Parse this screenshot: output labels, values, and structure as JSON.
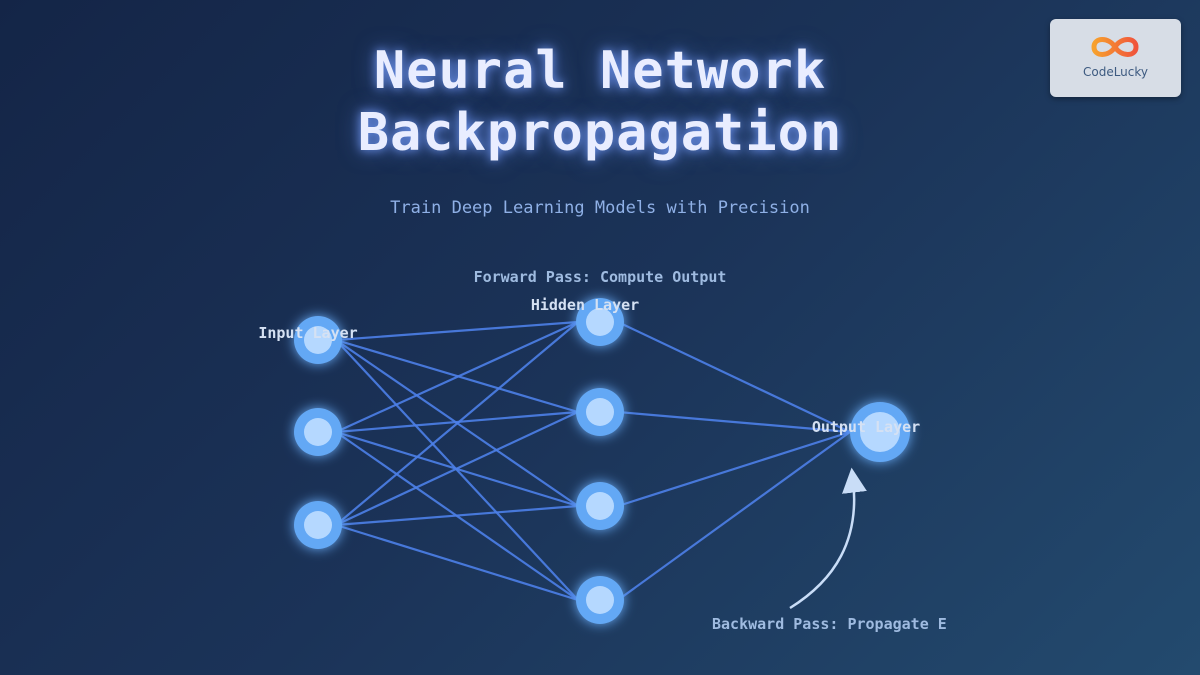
{
  "header": {
    "title_line1": "Neural Network",
    "title_line2": "Backpropagation",
    "subtitle": "Train Deep Learning Models with Precision"
  },
  "logo": {
    "text": "CodeLucky",
    "icon": "infinity-icon"
  },
  "diagram": {
    "forward_label": "Forward Pass: Compute Output",
    "backward_label": "Backward Pass: Propagate E",
    "layers": [
      {
        "label": "Input Layer",
        "nodes": 3
      },
      {
        "label": "Hidden Layer",
        "nodes": 4
      },
      {
        "label": "Output Layer",
        "nodes": 1
      }
    ]
  },
  "colors": {
    "node_outer": "#63a8f5",
    "node_inner": "#b5d8ff",
    "edge": "#4d7fe8",
    "label": "#c8d7ef",
    "annotation": "#9fbbe0"
  }
}
